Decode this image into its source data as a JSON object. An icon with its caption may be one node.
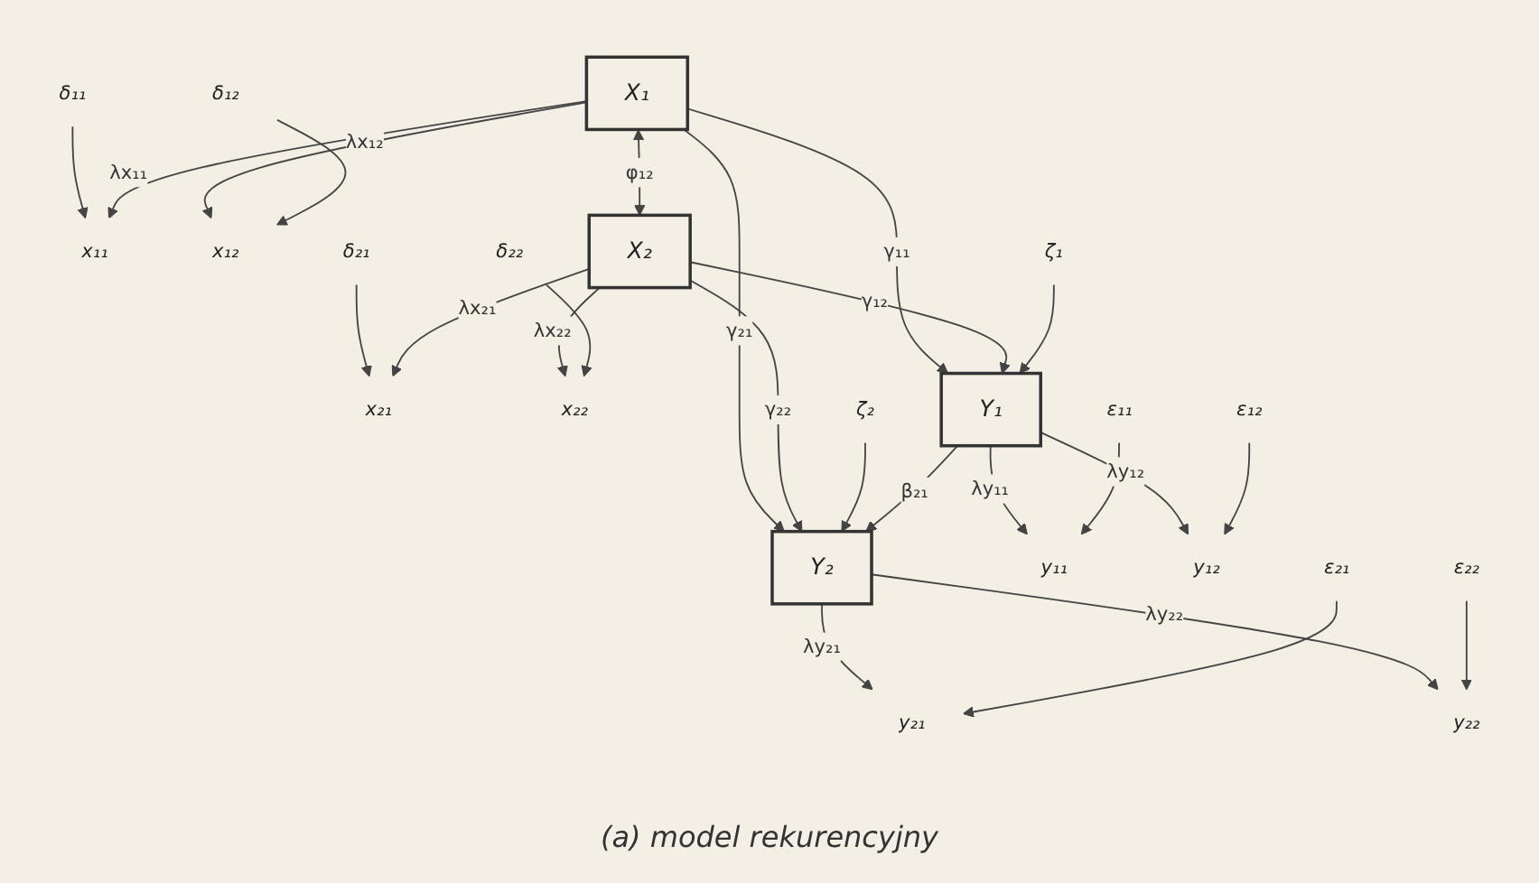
{
  "diagram": {
    "caption": "(a) model rekurencyjny",
    "nodes": [
      {
        "text": [
          "δ₁₁"
        ]
      },
      {
        "text": [
          "x₁₁"
        ]
      },
      {
        "text": [
          "x₁₂"
        ]
      },
      {
        "text": [
          "δ₁₂"
        ]
      },
      {
        "text": [
          "δ₂₁"
        ]
      },
      {
        "text": [
          "x₂₁"
        ]
      },
      {
        "text": [
          "x₂₂"
        ]
      },
      {
        "text": [
          "δ₂₂"
        ]
      },
      {
        "text": [
          "X₁"
        ]
      },
      {
        "text": [
          "X₂"
        ]
      },
      {
        "text": [
          "ζ₁"
        ]
      },
      {
        "text": [
          "Y₁"
        ]
      },
      {
        "text": [
          "Y₂"
        ]
      },
      {
        "text": [
          "ζ₂"
        ]
      },
      {
        "text": [
          "y₁₁"
        ]
      },
      {
        "text": [
          "ε₁₁"
        ]
      },
      {
        "text": [
          "y₁₂"
        ]
      },
      {
        "text": [
          "ε₁₂"
        ]
      },
      {
        "text": [
          "y₂₁"
        ]
      },
      {
        "text": [
          "ε₂₁"
        ]
      },
      {
        "text": [
          "y₂₂"
        ]
      },
      {
        "text": [
          "ε₂₂"
        ]
      }
    ],
    "edges": [
      {
        "from": 0,
        "to": 1,
        "arrow": "to"
      },
      {
        "from": 8,
        "to": 1,
        "arrow": "to",
        "label": "λx₁₁"
      },
      {
        "from": 8,
        "to": 2,
        "arrow": "to",
        "label": "λx₁₂"
      },
      {
        "from": 3,
        "to": 2,
        "arrow": "to"
      },
      {
        "from": 4,
        "to": 5,
        "arrow": "to"
      },
      {
        "from": 9,
        "to": 5,
        "arrow": "to",
        "label": "λx₂₁"
      },
      {
        "from": 9,
        "to": 6,
        "arrow": "to",
        "label": "λx₂₂"
      },
      {
        "from": 7,
        "to": 6,
        "arrow": "to"
      },
      {
        "from": 8,
        "to": 9,
        "arrow": "both",
        "label": "φ₁₂"
      },
      {
        "from": 8,
        "to": 11,
        "arrow": "to",
        "label": "γ₁₁"
      },
      {
        "from": 8,
        "to": 12,
        "arrow": "to",
        "label": "γ₂₁"
      },
      {
        "from": 9,
        "to": 11,
        "arrow": "to",
        "label": "γ₁₂"
      },
      {
        "from": 9,
        "to": 12,
        "arrow": "to",
        "label": "γ₂₂"
      },
      {
        "from": 10,
        "to": 11,
        "arrow": "to"
      },
      {
        "from": 13,
        "to": 12,
        "arrow": "to"
      },
      {
        "from": 11,
        "to": 12,
        "arrow": "to",
        "label": "β₂₁"
      },
      {
        "from": 11,
        "to": 14,
        "arrow": "to",
        "label": "λy₁₁"
      },
      {
        "from": 11,
        "to": 16,
        "arrow": "to",
        "label": "λy₁₂"
      },
      {
        "from": 12,
        "to": 18,
        "arrow": "to",
        "label": "λy₂₁"
      },
      {
        "from": 12,
        "to": 20,
        "arrow": "to",
        "label": "λy₂₂"
      },
      {
        "from": 15,
        "to": 14,
        "arrow": "to"
      },
      {
        "from": 17,
        "to": 16,
        "arrow": "to"
      },
      {
        "from": 19,
        "to": 18,
        "arrow": "to"
      },
      {
        "from": 21,
        "to": 20,
        "arrow": "to"
      }
    ]
  }
}
